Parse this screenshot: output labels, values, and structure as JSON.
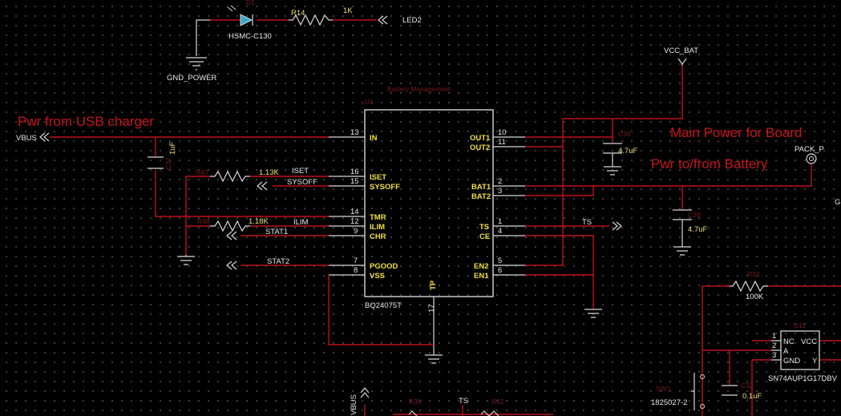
{
  "annotations": {
    "pwr_usb": "Pwr from USB charger",
    "main_power": "Main Power for Board",
    "pwr_battery": "Pwr to/from Battery",
    "battery_mgmt": "Battery Management"
  },
  "led": {
    "ref": "D1",
    "part": "HSMC-C130",
    "res_ref": "R14",
    "res_val": "1K",
    "net": "LED2",
    "gnd": "GND_POWER"
  },
  "nets": {
    "vcc_bat": "VCC_BAT",
    "vbus": "VBUS",
    "pack_p": "PACK_P",
    "ts": "TS",
    "iset": "ISET",
    "sysoff": "SYSOFF",
    "ilim": "ILIM",
    "stat1": "STAT1",
    "stat2": "STAT2",
    "vbus_bottom": "VBUS",
    "ts_bottom": "TS",
    "g_partial": "G"
  },
  "ic": {
    "ref": "U1",
    "part": "BQ24075T",
    "tp": "TP",
    "tp_num": "17",
    "left_pins": [
      {
        "num": "13",
        "name": "IN"
      },
      {
        "num": "16",
        "name": "ISET"
      },
      {
        "num": "15",
        "name": "SYSOFF"
      },
      {
        "num": "14",
        "name": "TMR"
      },
      {
        "num": "12",
        "name": "ILIM"
      },
      {
        "num": "9",
        "name": "CHR"
      },
      {
        "num": "7",
        "name": "PGOOD"
      },
      {
        "num": "8",
        "name": "VSS"
      }
    ],
    "right_pins": [
      {
        "num": "10",
        "name": "OUT1"
      },
      {
        "num": "11",
        "name": "OUT2"
      },
      {
        "num": "2",
        "name": "BAT1"
      },
      {
        "num": "3",
        "name": "BAT2"
      },
      {
        "num": "1",
        "name": "TS"
      },
      {
        "num": "4",
        "name": "CE"
      },
      {
        "num": "5",
        "name": "EN2"
      },
      {
        "num": "6",
        "name": "EN1"
      }
    ]
  },
  "components": {
    "c_in_ref": "C37",
    "c_in_val": "1uF",
    "r_iset_ref": "R47",
    "r_iset_val": "1.13K",
    "r_ilim_ref": "R48",
    "r_ilim_val": "1.18K",
    "c_out_ref": "C38",
    "c_out_val": "4.7uF",
    "c_bat_ref": "C39",
    "c_bat_val": "4.7uF",
    "r_pu_ref": "R33",
    "r_pu_val": "100K",
    "c_bot_ref": "C32",
    "c_bot_val": "0.1uF",
    "sw_ref": "SW1",
    "sw_part": "1825027-2",
    "r_bot1_ref": "R30",
    "r_bot2_ref": "R31"
  },
  "gate": {
    "ref": "U11",
    "part": "SN74AUP1G17DBV",
    "pins": [
      {
        "num": "1",
        "name": "NC"
      },
      {
        "num": "2",
        "name": "A"
      },
      {
        "num": "3",
        "name": "GND"
      }
    ],
    "vcc": "VCC",
    "y": "Y"
  }
}
